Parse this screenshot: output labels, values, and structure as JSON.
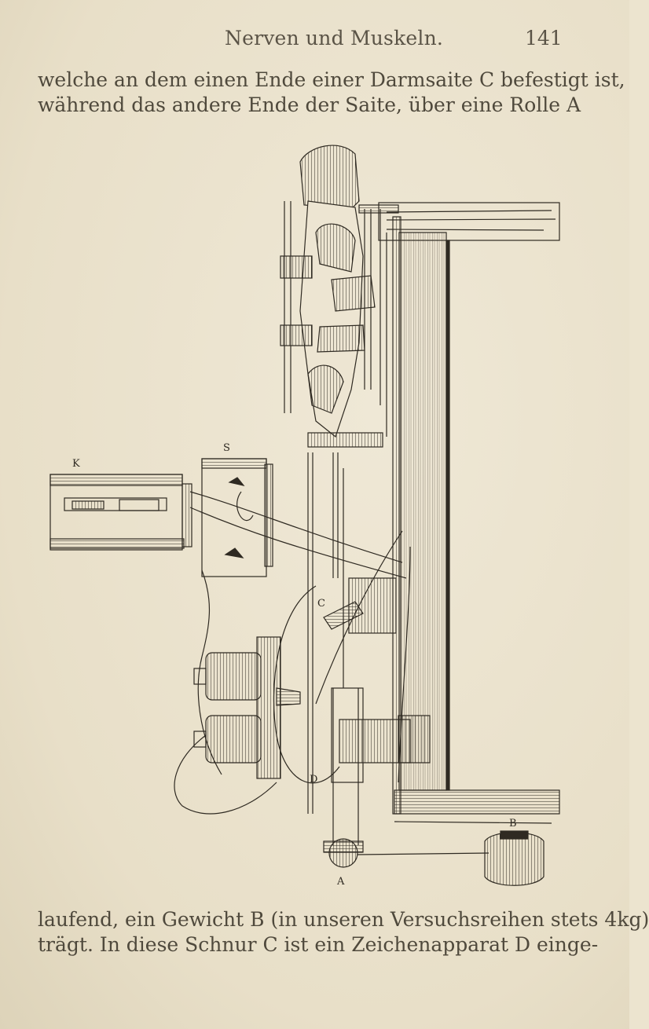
{
  "header": {
    "running_head": "Nerven und Muskeln.",
    "page_number": "141"
  },
  "text_top": {
    "line1": "welche an dem einen Ende einer Darmsaite C befestigt ist,",
    "line2": "während das andere Ende der Saite, über eine Rolle A"
  },
  "figure": {
    "labels": {
      "k": "K",
      "s": "S",
      "c": "C",
      "d": "D",
      "b": "B",
      "a": "A"
    }
  },
  "text_bottom": {
    "line1": "laufend, ein Gewicht B (in unseren Versuchsreihen stets 4kg)",
    "line2": "trägt. In diese Schnur C ist ein Zeichenapparat D einge-"
  },
  "colors": {
    "paper": "#ece4cf",
    "ink": "#2f2a22"
  }
}
